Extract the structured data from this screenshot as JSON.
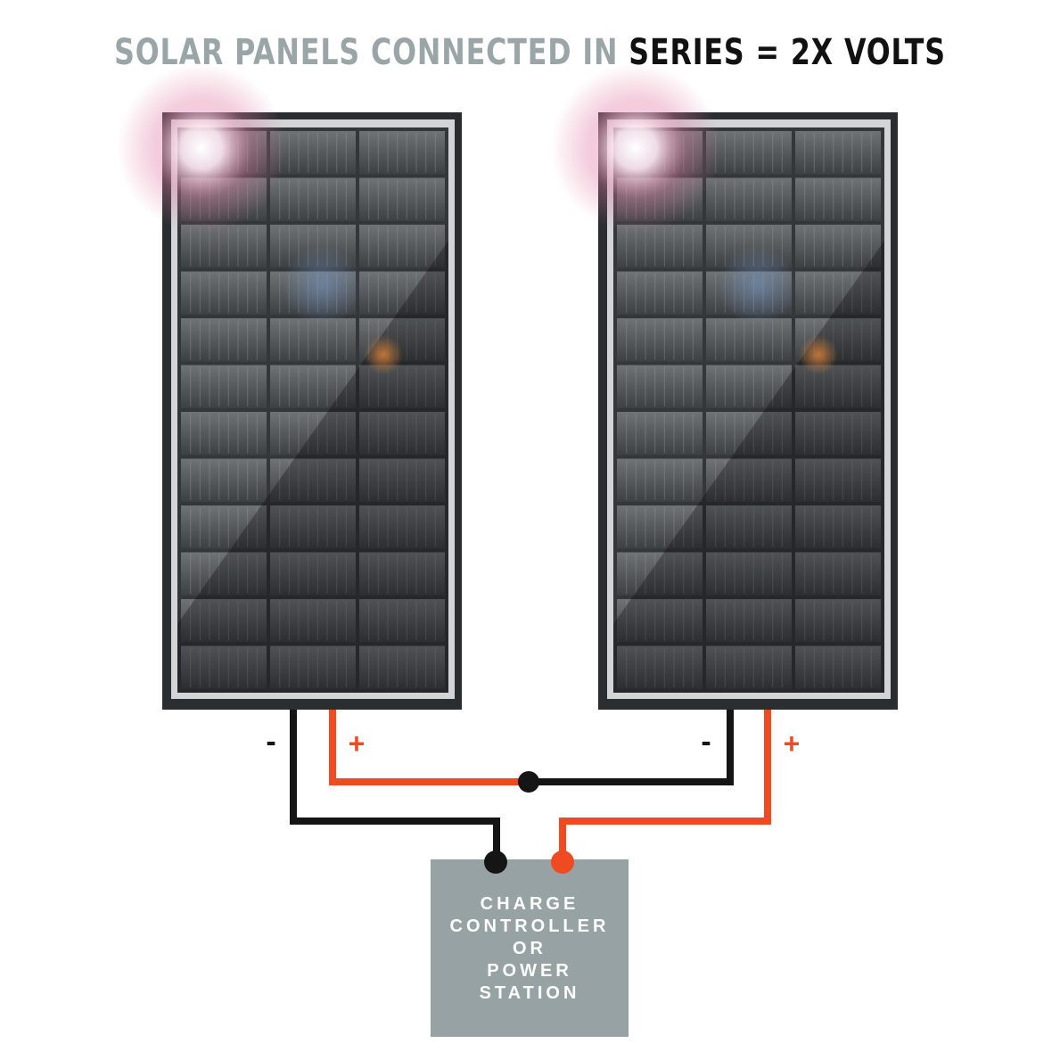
{
  "title": {
    "part1": "SOLAR PANELS CONNECTED IN ",
    "part2": "SERIES = 2X VOLTS"
  },
  "polarity": {
    "negative": "-",
    "positive": "+"
  },
  "device": {
    "lines": [
      "CHARGE",
      "CONTROLLER",
      "OR",
      "POWER",
      "STATION"
    ]
  },
  "colors": {
    "negative_wire": "#151515",
    "positive_wire": "#f04a23",
    "muted_title": "#9aa5a8",
    "device_box": "#97a2a5",
    "panel_frame": "#c9cbcc"
  },
  "panels": [
    {
      "cell_rows": 12,
      "cell_columns": 3
    },
    {
      "cell_rows": 12,
      "cell_columns": 3
    }
  ]
}
